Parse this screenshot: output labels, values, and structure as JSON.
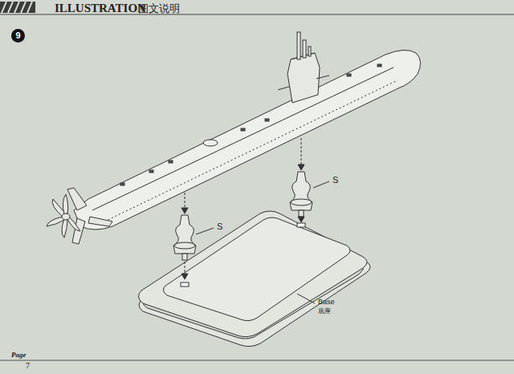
{
  "diagram": {
    "labels": [
      "ILLUSTRATION",
      "图文说明",
      "9",
      "S",
      "S",
      "Base",
      "底座",
      "Page",
      "7"
    ]
  }
}
